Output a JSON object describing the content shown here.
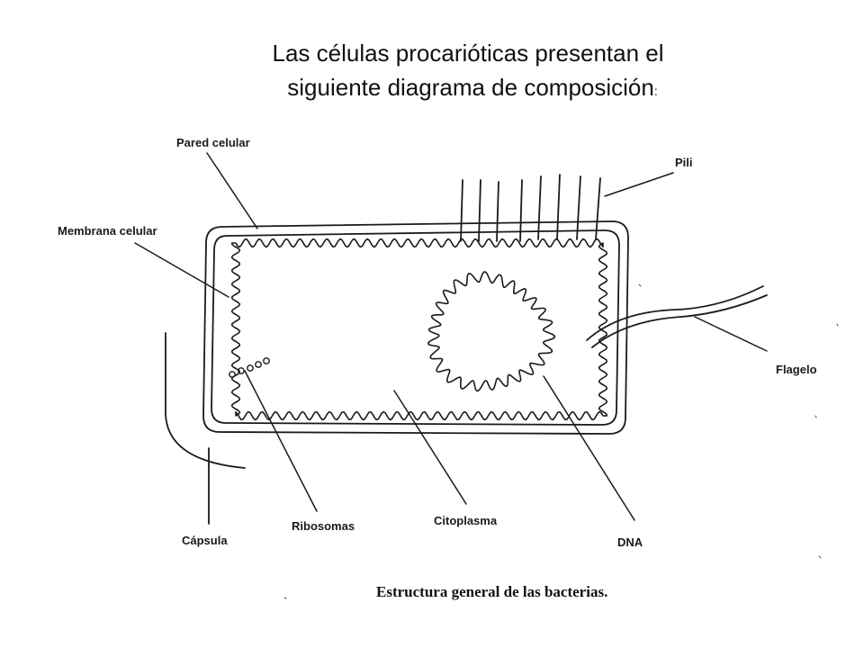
{
  "title": {
    "line1": "Las células procarióticas presentan el",
    "line2": "siguiente diagrama de composición",
    "colon": ":"
  },
  "diagram": {
    "labels": {
      "pared_celular": "Pared celular",
      "membrana_celular": "Membrana celular",
      "pili": "Pili",
      "flagelo": "Flagelo",
      "capsula": "Cápsula",
      "ribosomas": "Ribosomas",
      "citoplasma": "Citoplasma",
      "dna": "DNA"
    },
    "caption": "Estructura general de las bacterias."
  }
}
